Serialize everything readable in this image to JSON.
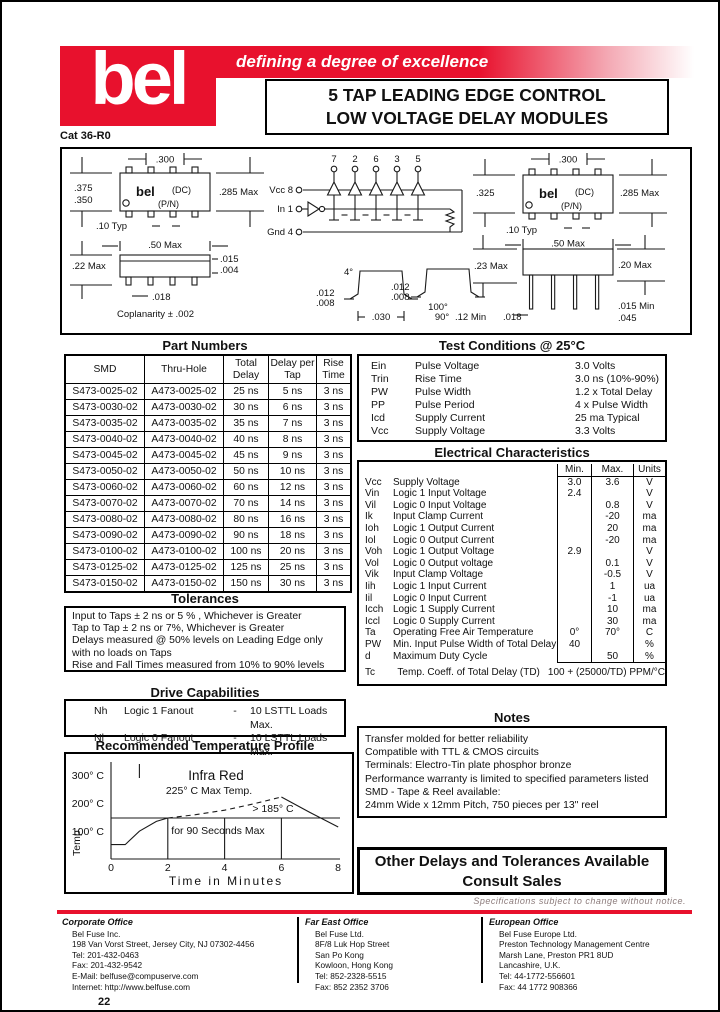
{
  "colors": {
    "brand_red": "#e8112d"
  },
  "header": {
    "logo_text": "bel",
    "tagline": "defining a degree of excellence",
    "title_line1": "5 TAP LEADING EDGE CONTROL",
    "title_line2": "LOW VOLTAGE DELAY MODULES",
    "catalog": "Cat 36-R0"
  },
  "diagrams": {
    "smd_top": {
      "dim_width": ".300",
      "dim_h1": ".375",
      "dim_h2": ".350",
      "dim_right": ".285 Max",
      "brand": "bel",
      "dc": "(DC)",
      "pn": "(P/N)",
      "dim_pitch": ".10 Typ"
    },
    "smd_side": {
      "dim_width": ".50 Max",
      "dim_left": ".22 Max",
      "dim_r1": ".015",
      "dim_r2": ".004",
      "dim_lead": ".018",
      "coplanarity": "Coplanarity ± .002"
    },
    "smd_lead_detail": {
      "angle": "4°",
      "t1": ".012",
      "t2": ".008",
      "width": ".030"
    },
    "schematic": {
      "pins": [
        "7",
        "2",
        "6",
        "3",
        "5"
      ],
      "vcc": "Vcc 8",
      "input": "In 1",
      "gnd": "Gnd 4"
    },
    "th_lead_detail": {
      "t1": ".012",
      "t2": ".008",
      "a1": "100°",
      "a2": "90°"
    },
    "th_top": {
      "dim_width": ".300",
      "dim_left": ".325",
      "dim_right": ".285 Max",
      "brand": "bel",
      "dc": "(DC)",
      "pn": "(P/N)",
      "dim_pitch": ".10 Typ"
    },
    "th_side": {
      "dim_width": ".50 Max",
      "dim_left": ".23 Max",
      "dim_right": ".20 Max",
      "dim_lead_min": ".12 Min",
      "dim_lead_w": ".018",
      "dim_stand": ".015 Min",
      "dim_045": ".045"
    }
  },
  "part_numbers": {
    "title": "Part Numbers",
    "headers": [
      "SMD",
      "Thru-Hole",
      "Total Delay",
      "Delay per Tap",
      "Rise Time"
    ],
    "rows": [
      [
        "S473-0025-02",
        "A473-0025-02",
        "25 ns",
        "5 ns",
        "3 ns"
      ],
      [
        "S473-0030-02",
        "A473-0030-02",
        "30 ns",
        "6 ns",
        "3 ns"
      ],
      [
        "S473-0035-02",
        "A473-0035-02",
        "35 ns",
        "7 ns",
        "3 ns"
      ],
      [
        "S473-0040-02",
        "A473-0040-02",
        "40 ns",
        "8 ns",
        "3 ns"
      ],
      [
        "S473-0045-02",
        "A473-0045-02",
        "45 ns",
        "9 ns",
        "3 ns"
      ],
      [
        "S473-0050-02",
        "A473-0050-02",
        "50 ns",
        "10 ns",
        "3 ns"
      ],
      [
        "S473-0060-02",
        "A473-0060-02",
        "60 ns",
        "12 ns",
        "3 ns"
      ],
      [
        "S473-0070-02",
        "A473-0070-02",
        "70 ns",
        "14 ns",
        "3 ns"
      ],
      [
        "S473-0080-02",
        "A473-0080-02",
        "80 ns",
        "16 ns",
        "3 ns"
      ],
      [
        "S473-0090-02",
        "A473-0090-02",
        "90 ns",
        "18 ns",
        "3 ns"
      ],
      [
        "S473-0100-02",
        "A473-0100-02",
        "100 ns",
        "20 ns",
        "3 ns"
      ],
      [
        "S473-0125-02",
        "A473-0125-02",
        "125 ns",
        "25 ns",
        "3 ns"
      ],
      [
        "S473-0150-02",
        "A473-0150-02",
        "150 ns",
        "30 ns",
        "3 ns"
      ]
    ]
  },
  "test_conditions": {
    "title": "Test Conditions @ 25°C",
    "rows": [
      [
        "Ein",
        "Pulse Voltage",
        "3.0 Volts"
      ],
      [
        "Trin",
        "Rise Time",
        "3.0 ns (10%-90%)"
      ],
      [
        "PW",
        "Pulse Width",
        "1.2 x Total Delay"
      ],
      [
        "PP",
        "Pulse Period",
        "4 x Pulse Width"
      ],
      [
        "Icd",
        "Supply Current",
        "25 ma Typical"
      ],
      [
        "Vcc",
        "Supply Voltage",
        "3.3 Volts"
      ]
    ]
  },
  "electrical": {
    "title": "Electrical Characteristics",
    "headers": [
      "Min.",
      "Max.",
      "Units"
    ],
    "rows": [
      [
        "Vcc",
        "Supply Voltage",
        "3.0",
        "3.6",
        "V"
      ],
      [
        "Vin",
        "Logic 1 Input Voltage",
        "2.4",
        "",
        "V"
      ],
      [
        "Vil",
        "Logic 0 Input Voltage",
        "",
        "0.8",
        "V"
      ],
      [
        "Ik",
        "Input Clamp Current",
        "",
        "-20",
        "ma"
      ],
      [
        "Ioh",
        "Logic 1 Output Current",
        "",
        "20",
        "ma"
      ],
      [
        "Iol",
        "Logic 0 Output Current",
        "",
        "-20",
        "ma"
      ],
      [
        "Voh",
        "Logic 1 Output Voltage",
        "2.9",
        "",
        "V"
      ],
      [
        "Vol",
        "Logic 0 Output voltage",
        "",
        "0.1",
        "V"
      ],
      [
        "Vik",
        "Input Clamp Voltage",
        "",
        "-0.5",
        "V"
      ],
      [
        "Iih",
        "Logic 1 Input Current",
        "",
        "1",
        "ua"
      ],
      [
        "Iil",
        "Logic 0 Input Current",
        "",
        "-1",
        "ua"
      ],
      [
        "Icch",
        "Logic 1 Supply Current",
        "",
        "10",
        "ma"
      ],
      [
        "Iccl",
        "Logic 0 Supply Current",
        "",
        "30",
        "ma"
      ],
      [
        "Ta",
        "Operating Free Air Temperature",
        "0°",
        "70°",
        "C"
      ],
      [
        "PW",
        "Min. Input Pulse Width of Total Delay",
        "40",
        "",
        "%"
      ],
      [
        "d",
        "Maximum Duty Cycle",
        "",
        "50",
        "%"
      ]
    ],
    "tc_symbol": "Tc",
    "tc_label": "Temp. Coeff. of Total Delay (TD)",
    "tc_value": "100 + (25000/TD) PPM/°C"
  },
  "tolerances": {
    "title": "Tolerances",
    "lines": [
      "Input to Taps ± 2 ns or 5 % , Whichever is Greater",
      "Tap to Tap ± 2 ns or 7%, Whichever is Greater",
      "Delays measured @ 50% levels on Leading  Edge only",
      "with no loads on Taps",
      "Rise and Fall Times measured from 10% to 90% levels"
    ]
  },
  "drive": {
    "title": "Drive Capabilities",
    "rows": [
      [
        "Nh",
        "Logic 1 Fanout",
        "-",
        "10 LSTTL Loads Max."
      ],
      [
        "Nl",
        "Logic 0 Fanout",
        "-",
        "10 LSTTL Loads Max."
      ]
    ]
  },
  "temp_profile": {
    "title": "Recommended Temperature Profile",
    "chart_data": {
      "type": "line",
      "x": [
        0,
        0.5,
        1,
        1.6,
        2,
        3,
        4,
        5,
        6,
        7,
        8
      ],
      "y": [
        55,
        55,
        103,
        138,
        150,
        162,
        178,
        200,
        225,
        170,
        118
      ],
      "title": "Recommended Temperature Profile",
      "xlabel": "Time in Minutes",
      "ylabel": "Temp.",
      "x_ticks": [
        "0",
        "2",
        "4",
        "6",
        "8"
      ],
      "y_ticks": [
        "300° C",
        "200° C",
        "100° C"
      ],
      "xlim": [
        0,
        8
      ],
      "ylim": [
        0,
        330
      ],
      "grid": "partial",
      "dashed_segment_x": [
        2,
        6
      ],
      "annotations": [
        "Infra Red",
        "225° C Max Temp.",
        "> 185° C",
        "for 90 Seconds Max"
      ]
    }
  },
  "notes": {
    "title": "Notes",
    "lines": [
      "Transfer molded for better reliability",
      "Compatible with TTL & CMOS circuits",
      "Terminals:  Electro-Tin plate phosphor bronze",
      "Performance warranty is limited to specified parameters listed",
      "SMD - Tape & Reel available:",
      "24mm Wide x 12mm Pitch, 750 pieces per 13\" reel"
    ]
  },
  "other_box": {
    "line1": "Other Delays and Tolerances Available",
    "line2": "Consult Sales"
  },
  "footnote": "Specifications subject to change without notice.",
  "footer": {
    "office1": {
      "title": "Corporate Office",
      "lines": [
        "Bel Fuse Inc.",
        "198 Van Vorst Street, Jersey City, NJ 07302-4456",
        "Tel: 201-432-0463",
        "Fax: 201-432-9542",
        "E-Mail: belfuse@compuserve.com",
        "Internet: http://www.belfuse.com"
      ]
    },
    "office2": {
      "title": "Far East Office",
      "lines": [
        "Bel Fuse Ltd.",
        "8F/8 Luk Hop Street",
        "San Po Kong",
        "Kowloon, Hong Kong",
        "Tel: 852-2328-5515",
        "Fax: 852 2352 3706"
      ]
    },
    "office3": {
      "title": "European Office",
      "lines": [
        "Bel Fuse Europe Ltd.",
        "Preston Technology Management Centre",
        "Marsh Lane, Preston PR1 8UD",
        "Lancashire, U.K.",
        "Tel: 44-1772-556601",
        "Fax: 44 1772 908366"
      ]
    },
    "page_number": "22"
  }
}
